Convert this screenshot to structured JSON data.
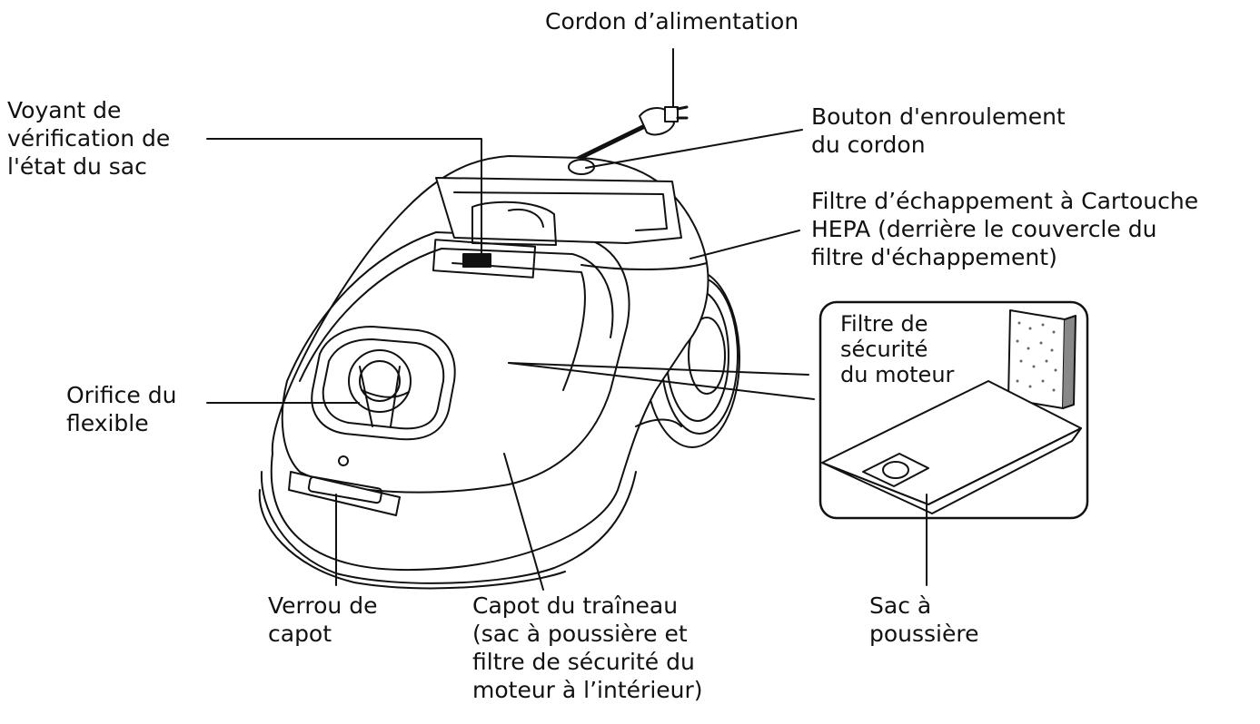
{
  "labels": {
    "power_cord": [
      "Cordon d’alimentation"
    ],
    "bag_indicator": [
      "Voyant de",
      "vérification de",
      "l'état du sac"
    ],
    "cord_rewind": [
      "Bouton d'enroulement",
      "du cordon"
    ],
    "hepa_filter": [
      "Filtre d’échappement à Cartouche",
      "HEPA (derrière le couvercle du",
      "filtre d'échappement)"
    ],
    "hose_inlet": [
      "Orifice du",
      "flexible"
    ],
    "motor_filter": [
      "Filtre de",
      "sécurité",
      "du moteur"
    ],
    "hood_latch": [
      "Verrou de",
      "capot"
    ],
    "canister_hood": [
      "Capot du traîneau",
      "(sac à poussière et",
      "filtre de sécurité du",
      "moteur à l’intérieur)"
    ],
    "dust_bag": [
      "Sac à",
      "poussière"
    ]
  },
  "colors": {
    "ink": "#111111",
    "background": "#ffffff"
  }
}
